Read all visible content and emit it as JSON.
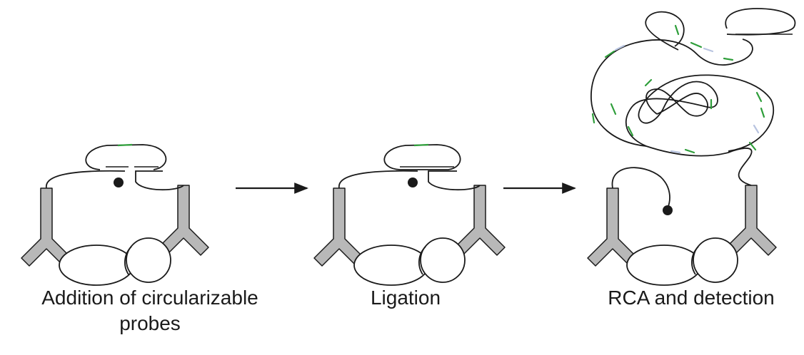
{
  "steps": [
    {
      "caption_lines": [
        "Addition of circularizable",
        "probes"
      ]
    },
    {
      "caption_lines": [
        "Ligation"
      ]
    },
    {
      "caption_lines": [
        "RCA and detection"
      ]
    }
  ],
  "colors": {
    "ink": "#1a1a1a",
    "antibody_fill": "#b8b8b8",
    "probe_mark": "#2e9e3a",
    "probe_mark_alt": "#b8c4e0"
  },
  "icons": [
    "arrow-right-icon",
    "antibody-icon",
    "protein-complex-icon",
    "circular-probe-icon",
    "rca-product-icon"
  ]
}
